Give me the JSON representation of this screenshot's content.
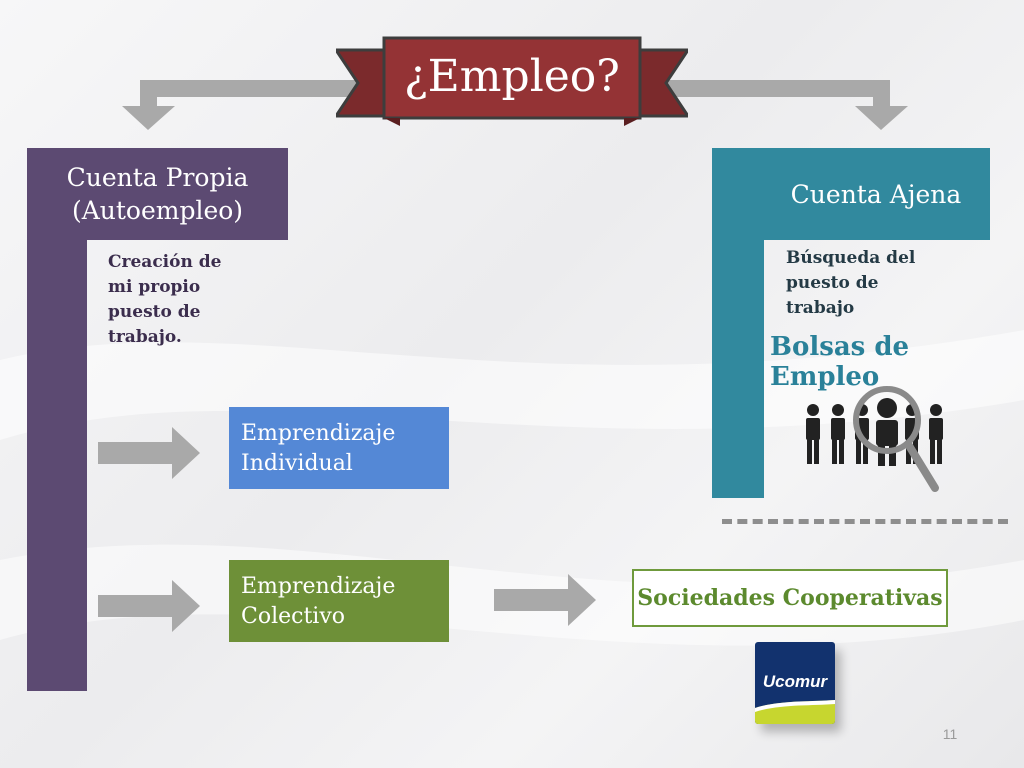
{
  "title": "¿Empleo?",
  "left": {
    "heading_line1": "Cuenta Propia",
    "heading_line2": "(Autoempleo)",
    "description": [
      "Creación de",
      "mi propio",
      "puesto de",
      "trabajo."
    ]
  },
  "right": {
    "heading": "Cuenta Ajena",
    "description": [
      "Búsqueda del",
      "puesto de",
      "trabajo"
    ],
    "subheading": "Bolsas de Empleo"
  },
  "boxes": {
    "individual": [
      "Emprendizaje",
      "Individual"
    ],
    "colectivo": [
      "Emprendizaje",
      "Colectivo"
    ]
  },
  "cooperativas": "Sociedades Cooperativas",
  "logo": {
    "text": "Ucomur",
    "icon": "ucomur-logo-icon"
  },
  "page_number": "11",
  "colors": {
    "banner": "#943335",
    "left_column": "#5c4a72",
    "right_column": "#31899e",
    "individual_box": "#5488d6",
    "colectivo_box": "#6e9038",
    "arrow": "#a9a9a9"
  },
  "icons": {
    "search_people": "people-search-icon"
  }
}
